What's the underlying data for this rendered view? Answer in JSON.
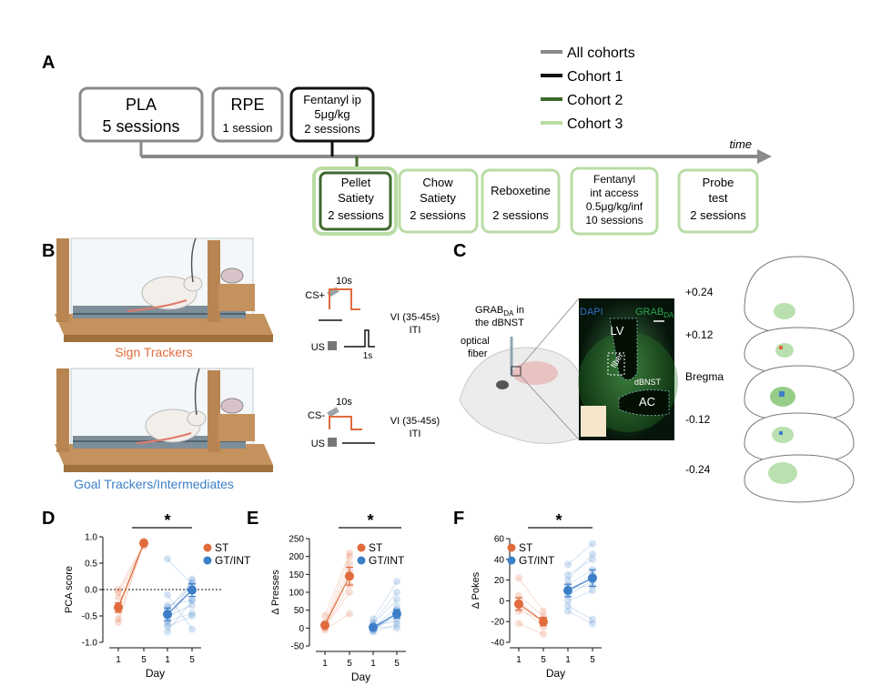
{
  "panels": {
    "A": {
      "letter": "A",
      "legend": [
        {
          "label": "All cohorts",
          "color": "#8a8a8a"
        },
        {
          "label": "Cohort 1",
          "color": "#111111"
        },
        {
          "label": "Cohort 2",
          "color": "#3f6a2e"
        },
        {
          "label": "Cohort 3",
          "color": "#b9dca4"
        }
      ],
      "timeline_label": "time",
      "top_boxes": [
        {
          "line1": "PLA",
          "line2": "5 sessions"
        },
        {
          "line1": "RPE",
          "line2": "1 session"
        },
        {
          "line1": "Fentanyl ip",
          "line2": "5μg/kg",
          "line3": "2 sessions"
        }
      ],
      "bottom_boxes": [
        {
          "lines": [
            "Pellet",
            "Satiety",
            "2 sessions"
          ]
        },
        {
          "lines": [
            "Chow",
            "Satiety",
            "2 sessions"
          ]
        },
        {
          "lines": [
            "Reboxetine",
            "2 sessions"
          ]
        },
        {
          "lines": [
            "Fentanyl",
            "int access",
            "0.5μg/kg/inf",
            "10 sessions"
          ]
        },
        {
          "lines": [
            "Probe",
            "test",
            "2 sessions"
          ]
        }
      ]
    },
    "B": {
      "letter": "B",
      "sign_trackers": "Sign Trackers",
      "goal_trackers": "Goal Trackers/Intermediates",
      "cs_plus": "CS+",
      "cs_minus": "CS-",
      "us": "US",
      "duration_10s": "10s",
      "duration_1s": "1s",
      "vi_line1": "VI (35-45s)",
      "vi_line2": "ITI"
    },
    "C": {
      "letter": "C",
      "grab_prefix": "GRAB",
      "grab_sub": "DA",
      "grab_suffix": " in",
      "dbnst": "the dBNST",
      "optical_fiber_1": "optical",
      "optical_fiber_2": "fiber",
      "dapi": "DAPI",
      "lv": "LV",
      "fiber": "fiber",
      "dbnst_small": "dBNST",
      "ac": "AC",
      "bregma": [
        "+0.24",
        "+0.12",
        "Bregma",
        "-0.12",
        "-0.24"
      ]
    }
  },
  "chart_data": [
    {
      "panel": "D",
      "type": "scatter",
      "ylabel": "PCA score",
      "xlabel": "Day",
      "categories": [
        "1",
        "5",
        "1",
        "5"
      ],
      "ylim": [
        -1.0,
        1.0
      ],
      "yticks": [
        "1.0",
        "0.5",
        "0.0",
        "-0.5",
        "-1.0"
      ],
      "ytick_values": [
        1.0,
        0.5,
        0.0,
        -0.5,
        -1.0
      ],
      "zero_line": true,
      "significance": "*",
      "legend": [
        "ST",
        "GT/INT"
      ],
      "series": [
        {
          "name": "ST",
          "color": "#e06b3c",
          "x_index": [
            0,
            1
          ],
          "mean": [
            -0.34,
            0.88
          ],
          "sem": [
            0.09,
            0.03
          ],
          "individual": [
            [
              -0.05,
              0.82
            ],
            [
              -0.15,
              0.85
            ],
            [
              -0.3,
              0.87
            ],
            [
              -0.4,
              0.88
            ],
            [
              -0.55,
              0.9
            ],
            [
              -0.62,
              0.92
            ],
            [
              0.0,
              0.86
            ]
          ]
        },
        {
          "name": "GT/INT",
          "color": "#3c7fc8",
          "x_index": [
            2,
            3
          ],
          "mean": [
            -0.47,
            -0.01
          ],
          "sem": [
            0.12,
            0.12
          ],
          "individual": [
            [
              0.58,
              0.1
            ],
            [
              -0.3,
              -0.2
            ],
            [
              -0.4,
              0.15
            ],
            [
              -0.5,
              -0.3
            ],
            [
              -0.6,
              -0.45
            ],
            [
              -0.7,
              -0.5
            ],
            [
              -0.8,
              -0.2
            ],
            [
              -0.35,
              0.05
            ],
            [
              -0.1,
              -0.75
            ],
            [
              -0.65,
              0.2
            ]
          ]
        }
      ]
    },
    {
      "panel": "E",
      "type": "scatter",
      "ylabel": "Δ Presses",
      "xlabel": "Day",
      "categories": [
        "1",
        "5",
        "1",
        "5"
      ],
      "ylim": [
        -50,
        250
      ],
      "yticks": [
        "250",
        "200",
        "150",
        "100",
        "50",
        "0",
        "-50"
      ],
      "ytick_values": [
        250,
        200,
        150,
        100,
        50,
        0,
        -50
      ],
      "zero_line": false,
      "significance": "*",
      "legend": [
        "ST",
        "GT/INT"
      ],
      "series": [
        {
          "name": "ST",
          "color": "#e06b3c",
          "x_index": [
            0,
            1
          ],
          "mean": [
            8,
            145
          ],
          "sem": [
            6,
            25
          ],
          "individual": [
            [
              35,
              210
            ],
            [
              15,
              200
            ],
            [
              5,
              180
            ],
            [
              0,
              120
            ],
            [
              -5,
              40
            ],
            [
              10,
              160
            ],
            [
              2,
              100
            ]
          ]
        },
        {
          "name": "GT/INT",
          "color": "#3c7fc8",
          "x_index": [
            2,
            3
          ],
          "mean": [
            2,
            40
          ],
          "sem": [
            6,
            12
          ],
          "individual": [
            [
              25,
              130
            ],
            [
              10,
              80
            ],
            [
              0,
              60
            ],
            [
              -5,
              40
            ],
            [
              5,
              20
            ],
            [
              -10,
              10
            ],
            [
              15,
              100
            ],
            [
              0,
              30
            ],
            [
              5,
              0
            ],
            [
              -8,
              50
            ]
          ]
        }
      ]
    },
    {
      "panel": "F",
      "type": "scatter",
      "ylabel": "Δ Pokes",
      "xlabel": "Day",
      "categories": [
        "1",
        "5",
        "1",
        "5"
      ],
      "ylim": [
        -40,
        60
      ],
      "yticks": [
        "60",
        "40",
        "20",
        "0",
        "-20",
        "-40"
      ],
      "ytick_values": [
        60,
        40,
        20,
        0,
        -20,
        -40
      ],
      "zero_line": false,
      "significance": "*",
      "legend": [
        "ST",
        "GT/INT"
      ],
      "series": [
        {
          "name": "ST",
          "color": "#e06b3c",
          "x_index": [
            0,
            1
          ],
          "mean": [
            -3,
            -20
          ],
          "sem": [
            6,
            4
          ],
          "individual": [
            [
              22,
              -10
            ],
            [
              5,
              -15
            ],
            [
              0,
              -20
            ],
            [
              -5,
              -25
            ],
            [
              -22,
              -32
            ],
            [
              -10,
              -18
            ]
          ]
        },
        {
          "name": "GT/INT",
          "color": "#3c7fc8",
          "x_index": [
            2,
            3
          ],
          "mean": [
            10,
            22
          ],
          "sem": [
            6,
            8
          ],
          "individual": [
            [
              35,
              55
            ],
            [
              20,
              45
            ],
            [
              15,
              30
            ],
            [
              10,
              25
            ],
            [
              5,
              20
            ],
            [
              0,
              10
            ],
            [
              -5,
              -18
            ],
            [
              25,
              40
            ],
            [
              -10,
              -22
            ],
            [
              12,
              15
            ]
          ]
        }
      ]
    }
  ]
}
